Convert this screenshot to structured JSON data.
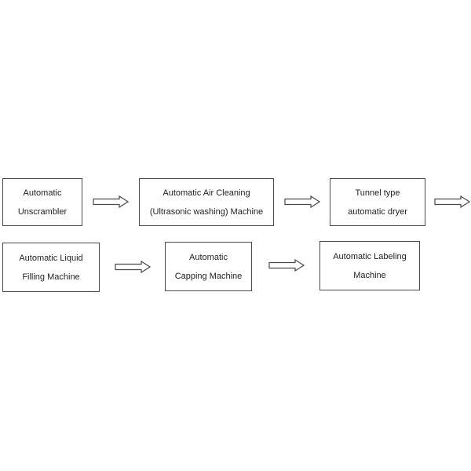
{
  "diagram": {
    "steps": [
      {
        "lines": [
          "Automatic",
          "Unscrambler"
        ]
      },
      {
        "lines": [
          "Automatic Air Cleaning",
          "(Ultrasonic washing) Machine"
        ]
      },
      {
        "lines": [
          "Tunnel type",
          "automatic dryer"
        ]
      },
      {
        "lines": [
          "Automatic Liquid",
          "Filling Machine"
        ]
      },
      {
        "lines": [
          "Automatic",
          "Capping Machine"
        ]
      },
      {
        "lines": [
          "Automatic Labeling",
          "Machine"
        ]
      }
    ],
    "colors": {
      "border": "#4a4a4a",
      "arrow": "#4a4a4a",
      "text": "#222222",
      "background": "#ffffff"
    }
  }
}
